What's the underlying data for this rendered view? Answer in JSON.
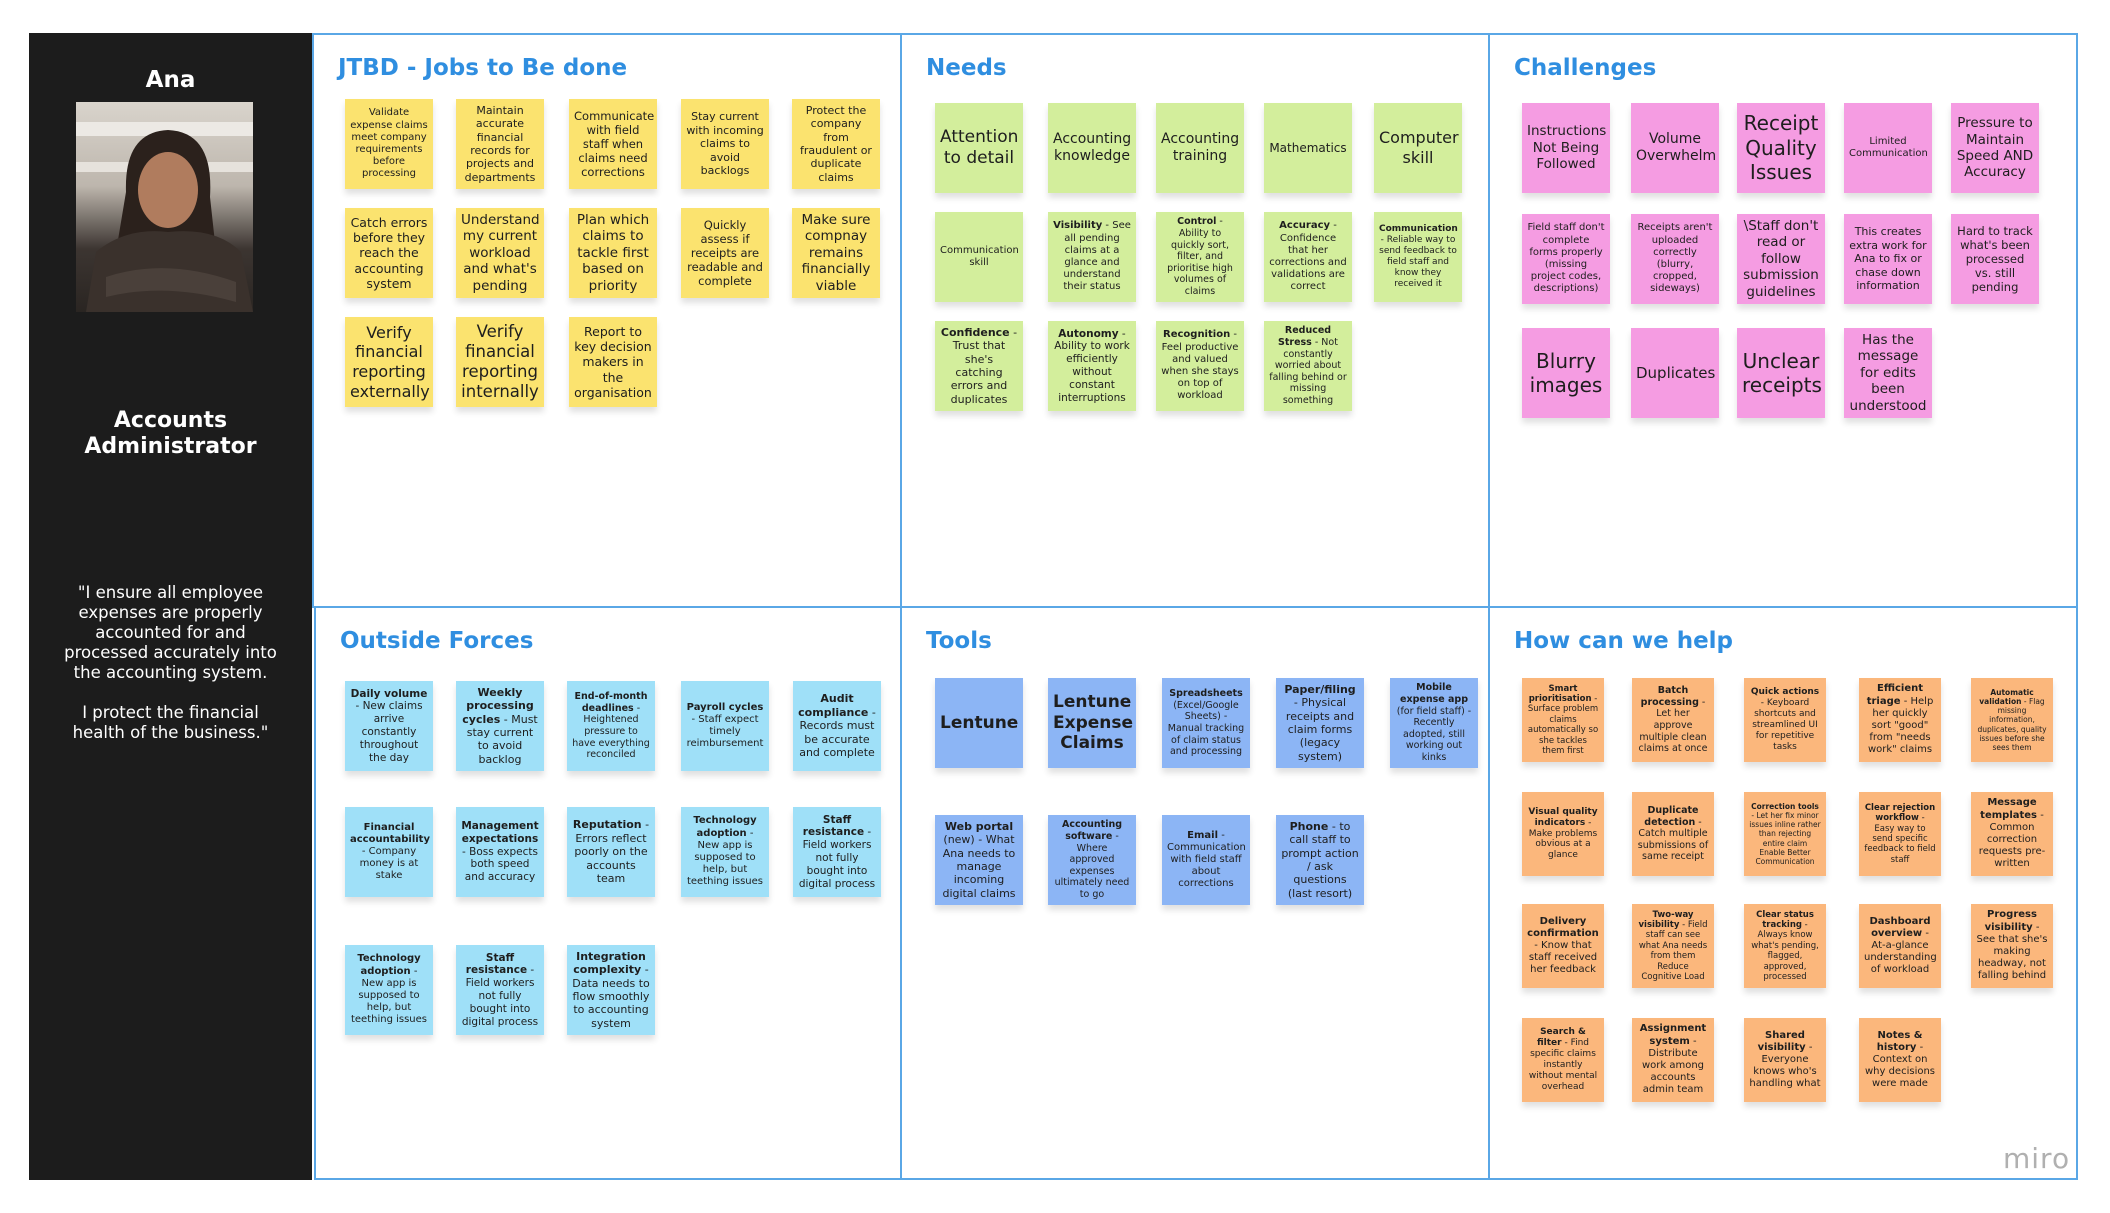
{
  "persona": {
    "name": "Ana",
    "role": "Accounts Administrator",
    "quote_1": "\"I ensure all employee expenses are properly accounted for and processed accurately into the accounting system.",
    "quote_2": "I protect the financial health of the business.\""
  },
  "colors": {
    "accent": "#2f8ee0",
    "border": "#5aa7e6",
    "jtbd": "#fbe36f",
    "needs": "#d3ee9c",
    "challenges": "#f59ce2",
    "forces": "#9fe0f8",
    "tools": "#8cb5f5",
    "help": "#fbb77c"
  },
  "sections": {
    "jtbd": {
      "title": "JTBD - Jobs to Be done",
      "stickies": [
        {
          "t": "Validate expense claims meet company requirements before processing"
        },
        {
          "t": "Maintain accurate financial records for projects and departments"
        },
        {
          "t": "Communicate with field staff when claims need corrections"
        },
        {
          "t": "Stay current with incoming claims to avoid backlogs"
        },
        {
          "t": "Protect the company from fraudulent or duplicate claims"
        },
        {
          "t": "Catch errors before they reach the accounting system"
        },
        {
          "t": "Understand my current workload and what's pending"
        },
        {
          "t": "Plan which claims to tackle first based on priority"
        },
        {
          "t": "Quickly assess if receipts are readable and complete"
        },
        {
          "t": "Make sure compnay remains financially viable"
        },
        {
          "t": "Verify financial reporting externally"
        },
        {
          "t": "Verify financial reporting internally"
        },
        {
          "t": "Report to key decision makers in the organisation"
        }
      ]
    },
    "needs": {
      "title": "Needs",
      "stickies": [
        {
          "t": "Attention to detail"
        },
        {
          "t": "Accounting knowledge"
        },
        {
          "t": "Accounting training"
        },
        {
          "t": "Mathematics"
        },
        {
          "t": "Computer skill"
        },
        {
          "t": "Communication skill"
        },
        {
          "b": "Visibility",
          "t": " - See all pending claims at a glance and understand their status"
        },
        {
          "b": "Control",
          "t": " - Ability to quickly sort, filter, and prioritise high volumes of claims"
        },
        {
          "b": "Accuracy",
          "t": " - Confidence that her corrections and validations are correct"
        },
        {
          "b": "Communication",
          "t": " - Reliable way to send feedback to field staff and know they received it"
        },
        {
          "b": "Confidence",
          "t": " - Trust that she's catching errors and duplicates"
        },
        {
          "b": "Autonomy",
          "t": " - Ability to work efficiently without constant interruptions"
        },
        {
          "b": "Recognition",
          "t": " - Feel productive and valued when she stays on top of workload"
        },
        {
          "b": "Reduced Stress",
          "t": " - Not constantly worried about falling behind or missing something"
        }
      ]
    },
    "challenges": {
      "title": "Challenges",
      "stickies": [
        {
          "t": "Instructions Not Being Followed"
        },
        {
          "t": "Volume Overwhelm"
        },
        {
          "t": "Receipt Quality Issues"
        },
        {
          "t": "Limited Communication"
        },
        {
          "t": "Pressure to Maintain Speed AND Accuracy"
        },
        {
          "t": "Field staff don't complete forms properly (missing project codes, descriptions)"
        },
        {
          "t": "Receipts aren't uploaded correctly (blurry, cropped, sideways)"
        },
        {
          "t": "\\Staff don't read or follow submission guidelines"
        },
        {
          "t": "This creates extra work for Ana to fix or chase down information"
        },
        {
          "t": "Hard to track what's been processed vs. still pending"
        },
        {
          "t": "Blurry images"
        },
        {
          "t": "Duplicates"
        },
        {
          "t": "Unclear receipts"
        },
        {
          "t": "Has the message for edits been understood"
        }
      ]
    },
    "forces": {
      "title": "Outside Forces",
      "stickies": [
        {
          "b": "Daily volume",
          "t": " - New claims arrive constantly throughout the day"
        },
        {
          "b": "Weekly processing cycles",
          "t": " - Must stay current to avoid backlog"
        },
        {
          "b": "End-of-month deadlines",
          "t": " - Heightened pressure to have everything reconciled"
        },
        {
          "b": "Payroll cycles",
          "t": " - Staff expect timely reimbursement"
        },
        {
          "b": "Audit compliance",
          "t": " - Records must be accurate and complete"
        },
        {
          "b": "Financial accountability",
          "t": " - Company money is at stake"
        },
        {
          "b": "Management expectations",
          "t": " - Boss expects both speed and accuracy"
        },
        {
          "b": "Reputation",
          "t": " - Errors reflect poorly on the accounts team"
        },
        {
          "b": "Technology adoption",
          "t": " - New app is supposed to help, but teething issues"
        },
        {
          "b": "Staff resistance",
          "t": " - Field workers not fully bought into digital process"
        },
        {
          "b": "Technology adoption",
          "t": " - New app is supposed to help, but teething issues"
        },
        {
          "b": "Staff resistance",
          "t": " - Field workers not fully bought into digital process"
        },
        {
          "b": "Integration complexity",
          "t": " - Data needs to flow smoothly to accounting system"
        }
      ]
    },
    "tools": {
      "title": "Tools",
      "stickies": [
        {
          "b": "Lentune",
          "t": ""
        },
        {
          "b": "Lentune Expense Claims",
          "t": ""
        },
        {
          "b": "Spreadsheets",
          "t": " (Excel/Google Sheets) - Manual tracking of claim status and processing"
        },
        {
          "b": "Paper/filing",
          "t": " - Physical receipts and claim forms (legacy system)"
        },
        {
          "b": "Mobile expense app",
          "t": " (for field staff) - Recently adopted, still working out kinks"
        },
        {
          "b": "Web portal",
          "t": " (new) - What Ana needs to manage incoming digital claims"
        },
        {
          "b": "Accounting software",
          "t": " - Where approved expenses ultimately need to go"
        },
        {
          "b": "Email",
          "t": " - Communication with field staff about corrections"
        },
        {
          "b": "Phone",
          "t": " - to call staff to prompt action / ask questions (last resort)"
        }
      ]
    },
    "help": {
      "title": "How can we help",
      "stickies": [
        {
          "b": "Smart prioritisation",
          "t": " - Surface problem claims automatically so she tackles them first"
        },
        {
          "b": "Batch processing",
          "t": " - Let her approve multiple clean claims at once"
        },
        {
          "b": "Quick actions",
          "t": " - Keyboard shortcuts and streamlined UI for repetitive tasks"
        },
        {
          "b": "Efficient triage",
          "t": " - Help her quickly sort \"good\" from \"needs work\" claims"
        },
        {
          "b": "Automatic validation",
          "t": " - Flag missing information, duplicates, quality issues before she sees them"
        },
        {
          "b": "Visual quality indicators",
          "t": " - Make problems obvious at a glance"
        },
        {
          "b": "Duplicate detection",
          "t": " - Catch multiple submissions of same receipt"
        },
        {
          "b": "Correction tools",
          "t": " - Let her fix minor issues inline rather than rejecting entire claim Enable Better Communication"
        },
        {
          "b": "Clear rejection workflow",
          "t": " - Easy way to send specific feedback to field staff"
        },
        {
          "b": "Message templates",
          "t": " - Common correction requests pre-written"
        },
        {
          "b": "Delivery confirmation",
          "t": " - Know that staff received her feedback"
        },
        {
          "b": "Two-way visibility",
          "t": " - Field staff can see what Ana needs from them Reduce Cognitive Load"
        },
        {
          "b": "Clear status tracking",
          "t": " - Always know what's pending, flagged, approved, processed"
        },
        {
          "b": "Dashboard overview",
          "t": " - At-a-glance understanding of workload"
        },
        {
          "b": "Progress visibility",
          "t": " - See that she's making headway, not falling behind"
        },
        {
          "b": "Search & filter",
          "t": " - Find specific claims instantly without mental overhead"
        },
        {
          "b": "Assignment system",
          "t": " - Distribute work among accounts admin team"
        },
        {
          "b": "Shared visibility",
          "t": " - Everyone knows who's handling what"
        },
        {
          "b": "Notes & history",
          "t": " - Context on why decisions were made"
        }
      ]
    }
  },
  "branding": {
    "logo": "miro"
  }
}
